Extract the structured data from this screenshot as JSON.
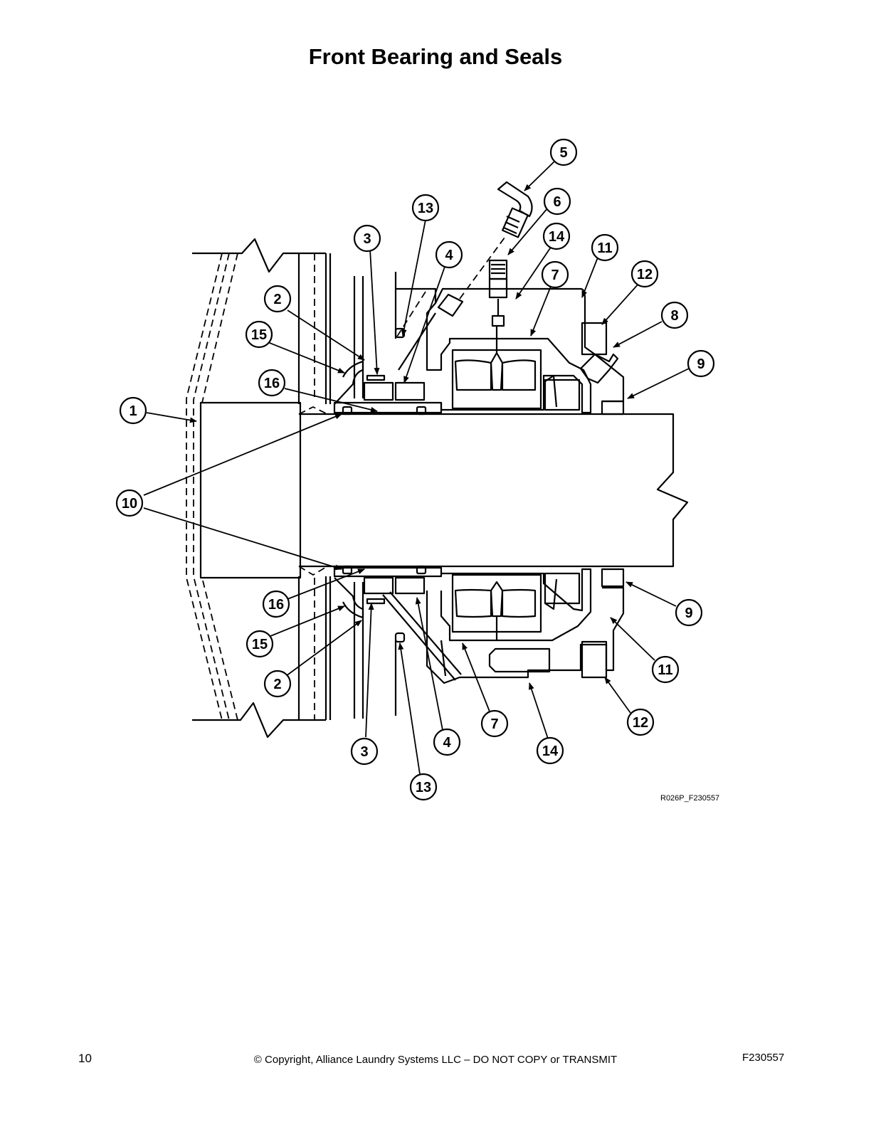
{
  "title": "Front Bearing and Seals",
  "diagram": {
    "drawing_code": "R026P_F230557",
    "callouts": [
      "5",
      "13",
      "6",
      "3",
      "14",
      "4",
      "11",
      "7",
      "12",
      "2",
      "8",
      "15",
      "9",
      "16",
      "1",
      "10",
      "16",
      "9",
      "15",
      "11",
      "2",
      "7",
      "12",
      "3",
      "4",
      "14",
      "13"
    ]
  },
  "footer": {
    "page_number": "10",
    "copyright": "© Copyright, Alliance Laundry Systems LLC – DO NOT COPY or TRANSMIT",
    "document_id": "F230557"
  }
}
